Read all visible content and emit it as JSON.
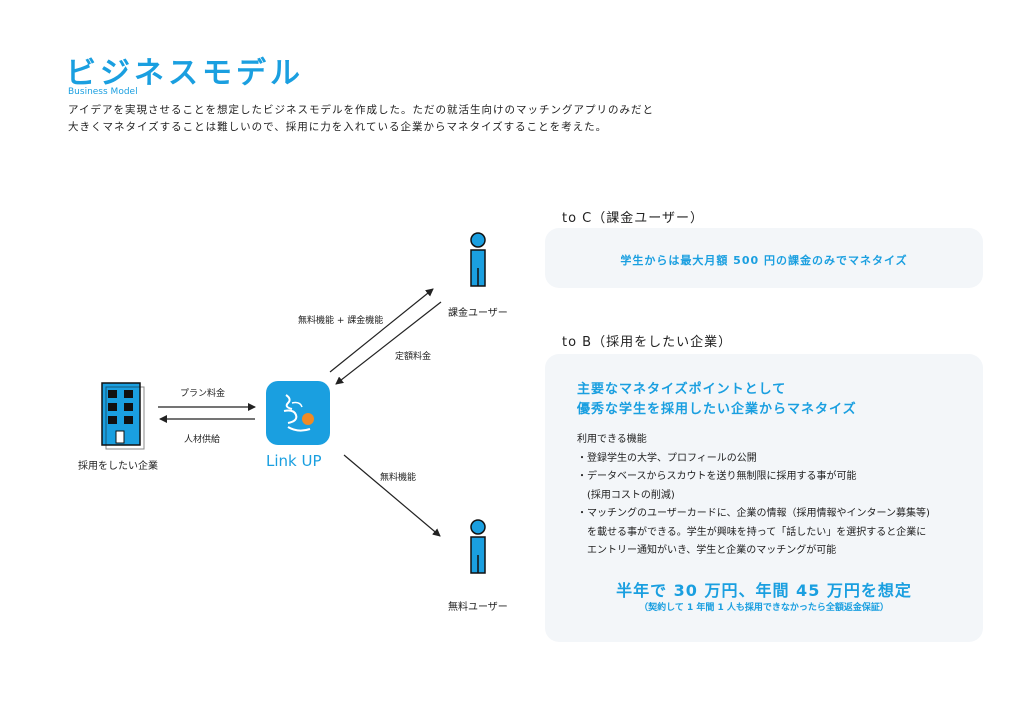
{
  "header": {
    "title": "ビジネスモデル",
    "subtitle": "Business Model",
    "intro_lines": [
      "アイデアを実現させることを想定したビジネスモデルを作成した。ただの就活生向けのマッチングアプリのみだと",
      "大きくマネタイズすることは難しいので、採用に力を入れている企業からマネタイズすることを考えた。"
    ]
  },
  "diagram": {
    "company_label": "採用をしたい企業",
    "plan_fee_label": "プラン料金",
    "talent_label": "人材供給",
    "app_name": "Link UP",
    "paid_user_label": "課金ユーザー",
    "free_user_label": "無料ユーザー",
    "free_plus_paid_label": "無料機能 + 課金機能",
    "fixed_fee_label": "定額料金",
    "free_feature_label": "無料機能"
  },
  "to_c": {
    "label": "to C（課金ユーザー）",
    "text": "学生からは最大月額 500 円の課金のみでマネタイズ"
  },
  "to_b": {
    "label": "to B（採用をしたい企業）",
    "headline_1": "主要なマネタイズポイントとして",
    "headline_2": "優秀な学生を採用したい企業からマネタイズ",
    "features_title": "利用できる機能",
    "features": [
      "・登録学生の大学、プロフィールの公開",
      "・データベースからスカウトを送り無制限に採用する事が可能",
      "　(採用コストの削減)",
      "・マッチングのユーザーカードに、企業の情報（採用情報やインターン募集等)",
      "　を載せる事ができる。学生が興味を持って「話したい」を選択すると企業に",
      "　エントリー通知がいき、学生と企業のマッチングが可能"
    ],
    "goal": "半年で 30 万円、年間 45 万円を想定",
    "guarantee": "（契約して 1 年間 1 人も採用できなかったら全額返金保証）"
  },
  "colors": {
    "accent": "#1a9fe0",
    "panel": "#f3f6f9",
    "orange": "#f08a24"
  }
}
